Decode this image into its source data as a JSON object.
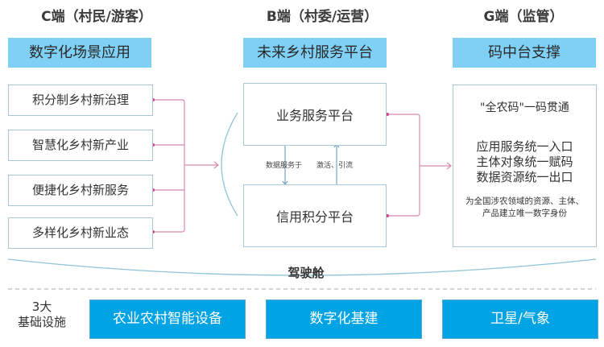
{
  "columns": {
    "c": {
      "title": "C端（村民/游客）",
      "band": "数字化场景应用"
    },
    "b": {
      "title": "B端（村委/运营）",
      "band": "未来乡村服务平台"
    },
    "g": {
      "title": "G端（监管）",
      "band": "码中台支撑"
    }
  },
  "c_items": [
    "积分制乡村新治理",
    "智慧化乡村新产业",
    "便捷化乡村新服务",
    "多样化乡村新业态"
  ],
  "b_platforms": {
    "top": "业务服务平台",
    "bottom": "信用积分平台",
    "down_arrow_label": "数据服务于",
    "up_arrow_label": "激活、引流"
  },
  "g_box": {
    "headline": "\"全农码\"一码贯通",
    "lines": [
      "应用服务统一入口",
      "主体对象统一赋码",
      "数据资源统一出口"
    ],
    "note_lines": [
      "为全国涉农领域的资源、主体、",
      "产品建立唯一数字身份"
    ]
  },
  "cockpit": "驾驶舱",
  "infrastructure": {
    "label_line1": "3大",
    "label_line2": "基础设施",
    "items": [
      "农业农村智能设备",
      "数字化基建",
      "卫星/气象"
    ]
  },
  "colors": {
    "band": "#7fd0f4",
    "infra": "#00a3e4",
    "connector": "#d46a9e",
    "box_border": "#a9c8d9",
    "arc": "#8fc4d6"
  }
}
